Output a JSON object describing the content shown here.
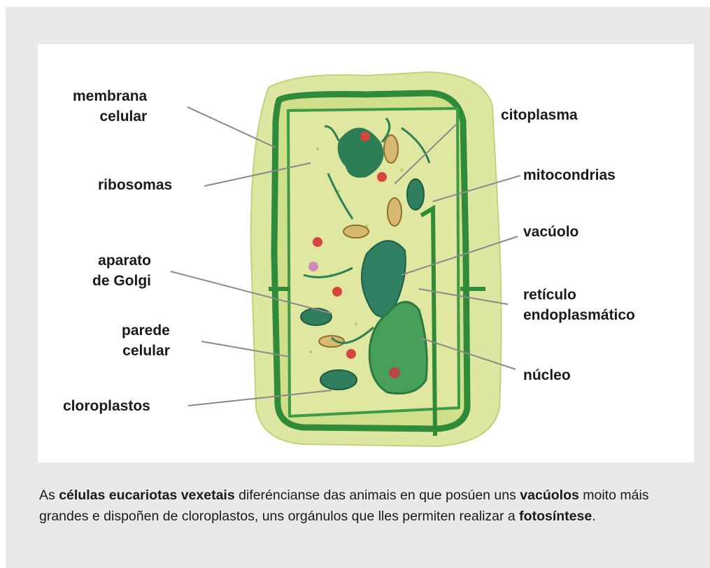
{
  "diagram": {
    "labels": {
      "membrana_celular": [
        "membrana",
        "celular"
      ],
      "ribosomas": "ribosomas",
      "aparato_golgi": [
        "aparato",
        "de Golgi"
      ],
      "parede_celular": [
        "parede",
        "celular"
      ],
      "cloroplastos": "cloroplastos",
      "citoplasma": "citoplasma",
      "mitocondrias": "mitocondrias",
      "vacuolo": "vacúolo",
      "reticulo": [
        "retículo",
        "endoplasmático"
      ],
      "nucleo": "núcleo"
    }
  },
  "caption": {
    "p1": "As ",
    "b1": "células eucariotas vexetais",
    "p2": " diferéncianse das animais en que posúen uns ",
    "b2": "vacúolos",
    "p3": " moito máis grandes e dispoñen de cloroplastos, uns orgánulos que lles permiten realizar a ",
    "b3": "fotosíntese",
    "p4": "."
  },
  "colors": {
    "panel": "#e9e9ea",
    "cell_wall": "#2f8a3a",
    "cytoplasm": "#d9e39a",
    "organelle": "#2f7f5f",
    "nucleus": "#3f9a52"
  }
}
